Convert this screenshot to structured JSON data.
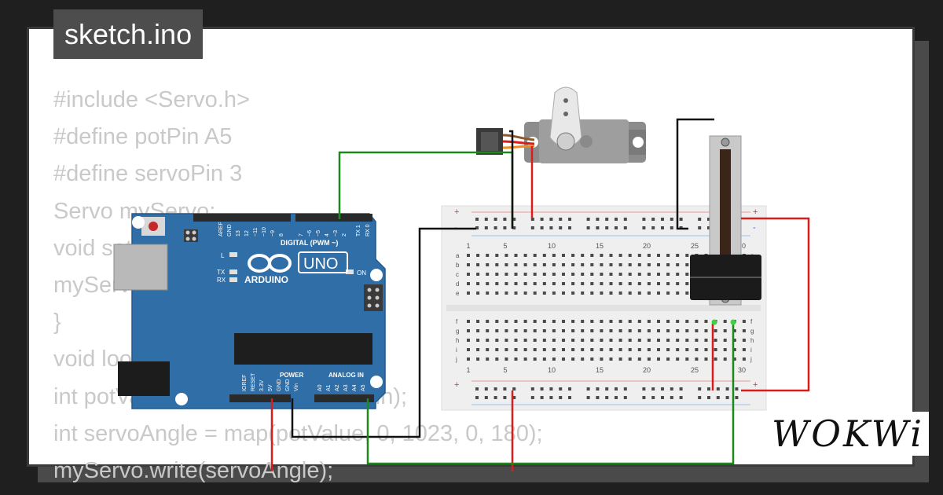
{
  "tab": {
    "filename": "sketch.ino"
  },
  "code": {
    "lines": [
      "#include <Servo.h>",
      "#define potPin A5",
      "#define servoPin 3",
      "Servo myServo;",
      "void setup() {",
      "myServo.attach(servoPin);",
      "}",
      "void loop() {",
      "int potValue = analogRead(potPin);",
      "int servoAngle = map(potValue, 0, 1023, 0, 180);",
      "myServo.write(servoAngle);"
    ]
  },
  "arduino": {
    "brand": "ARDUINO",
    "model": "UNO",
    "digital_label": "DIGITAL (PWM ~)",
    "power_label": "POWER",
    "analog_label": "ANALOG IN",
    "led_l": "L",
    "led_tx": "TX",
    "led_rx": "RX",
    "led_on": "ON",
    "digital_pins": [
      "AREF",
      "GND",
      "13",
      "12",
      "~11",
      "~10",
      "~9",
      "8",
      "7",
      "~6",
      "~5",
      "4",
      "~3",
      "2",
      "TX 1",
      "RX 0"
    ],
    "power_pins": [
      "IOREF",
      "RESET",
      "3.3V",
      "5V",
      "GND",
      "GND",
      "Vin"
    ],
    "analog_pins": [
      "A0",
      "A1",
      "A2",
      "A3",
      "A4",
      "A5"
    ]
  },
  "breadboard": {
    "col_numbers": [
      "1",
      "5",
      "10",
      "15",
      "20",
      "25",
      "30"
    ],
    "rows_top": [
      "a",
      "b",
      "c",
      "d",
      "e"
    ],
    "rows_bottom": [
      "f",
      "g",
      "h",
      "i",
      "j"
    ],
    "rail_plus": "+",
    "rail_minus": "-"
  },
  "colors": {
    "board": "#2f6ea6",
    "wire_green": "#1a8a1a",
    "wire_red": "#d91c1c",
    "wire_black": "#111111",
    "brand_text": "#ffffff"
  },
  "brand": {
    "logo": "WOKWi"
  }
}
